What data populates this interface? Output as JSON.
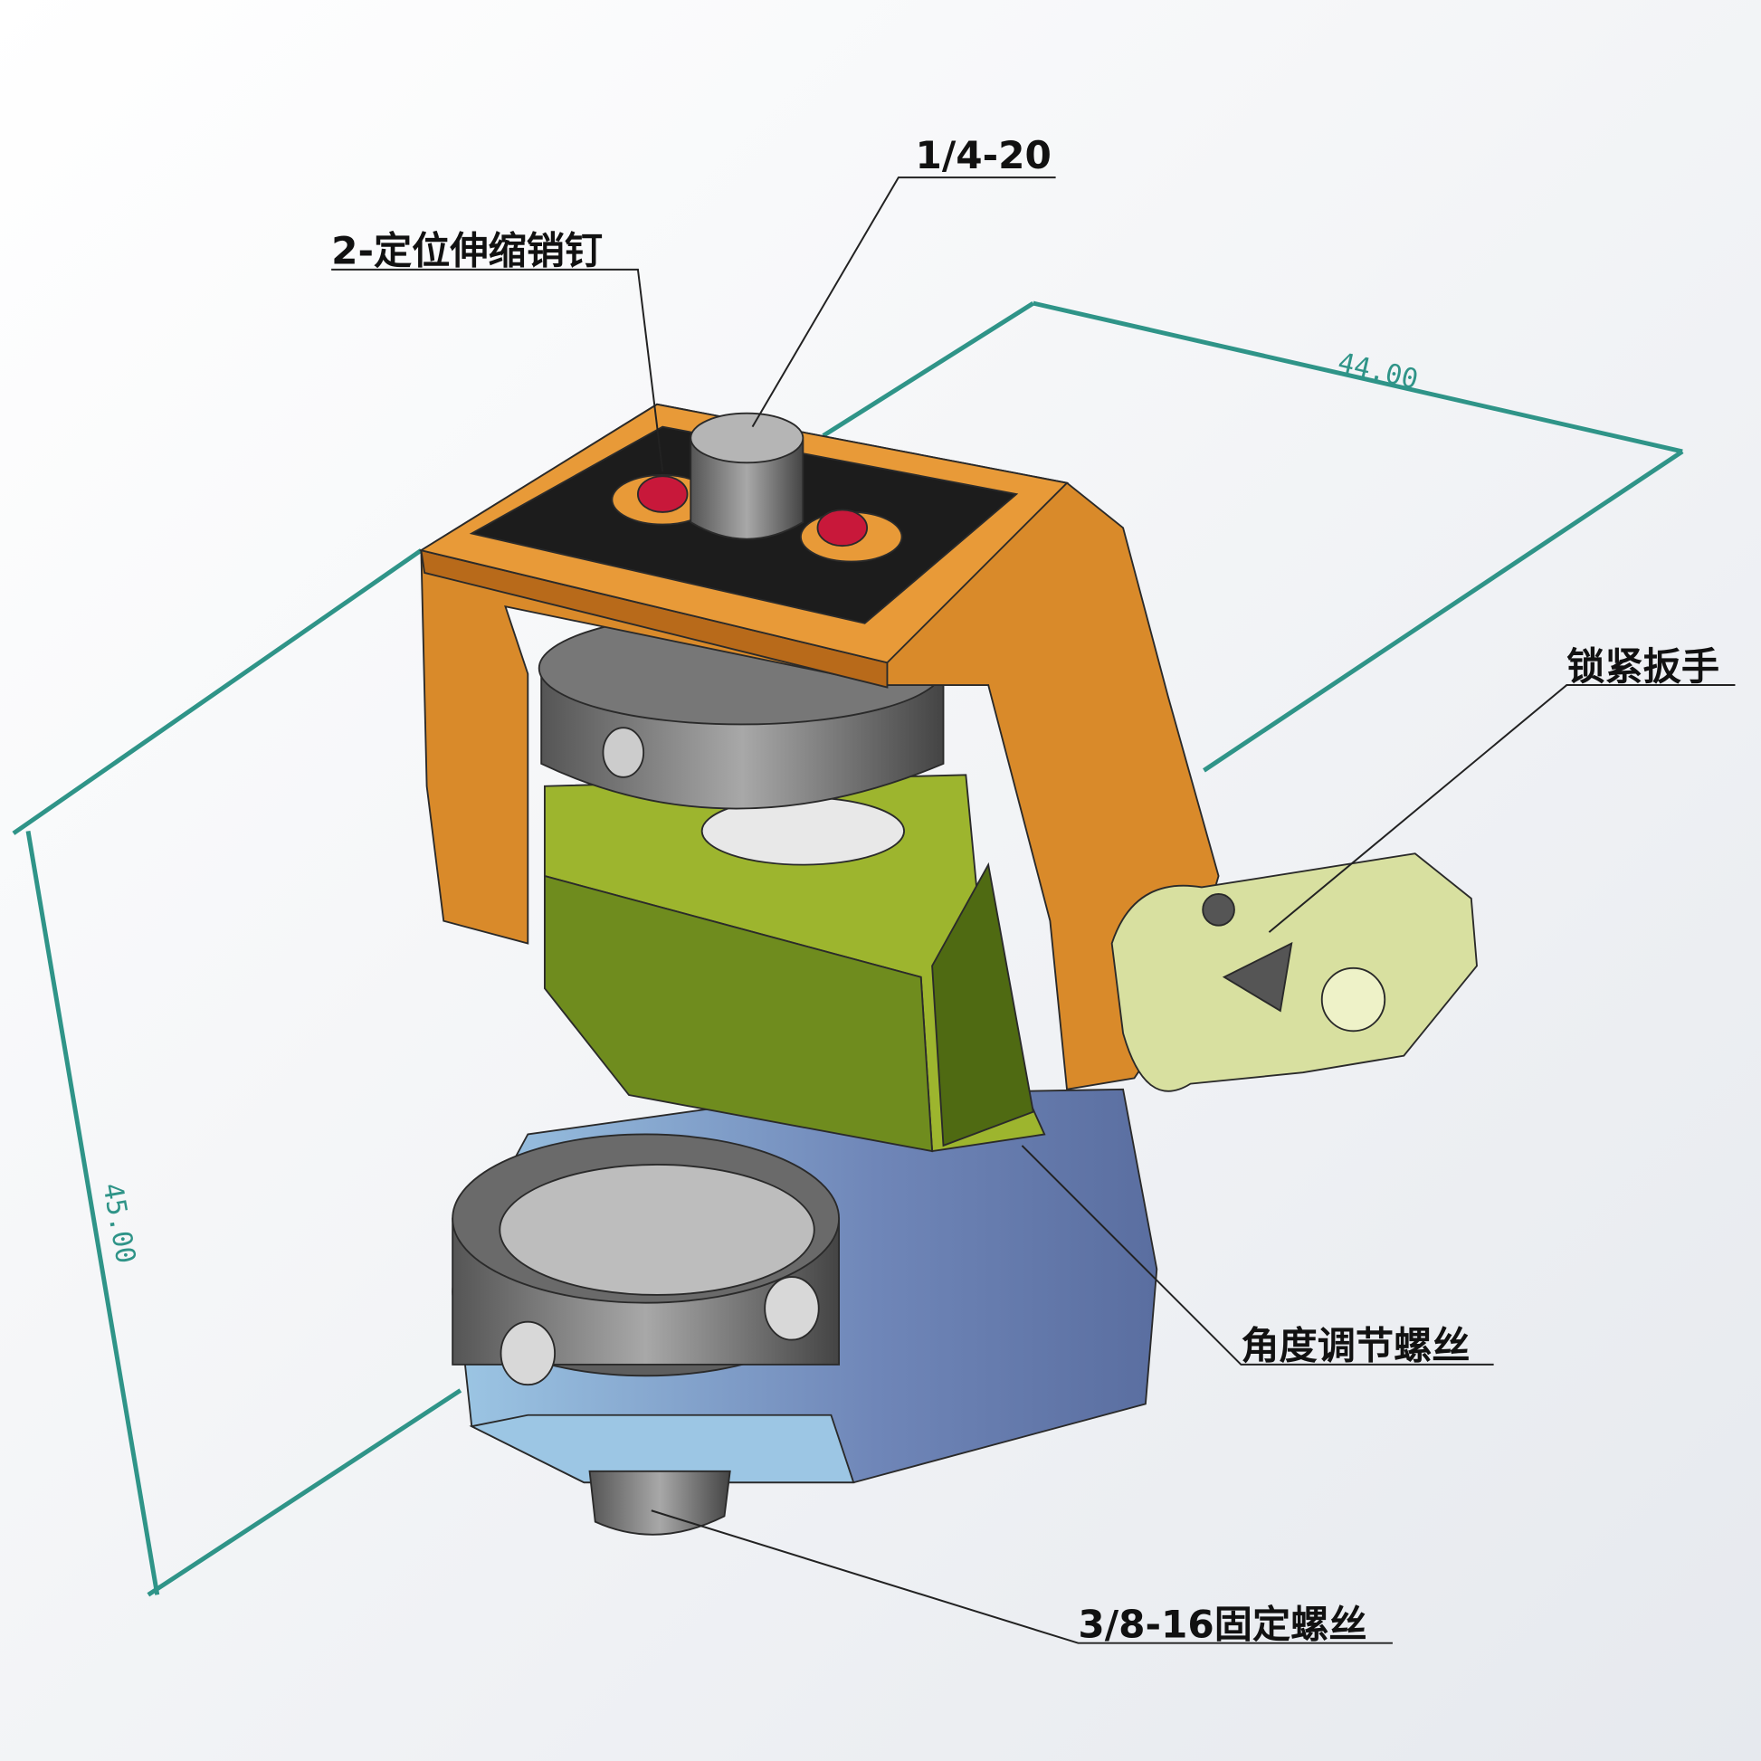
{
  "labels": {
    "pins": "2-定位伸缩销钉",
    "top_screw": "1/4-20",
    "lever": "锁紧扳手",
    "angle_screw": "角度调节螺丝",
    "base_screw": "3/8-16固定螺丝"
  },
  "dimensions": {
    "width": "44.00",
    "height": "45.00"
  },
  "colors": {
    "dimension": "#2f9488",
    "bracket": "#d98a2a",
    "block": "#8ea62a",
    "base": "#8fb8d8",
    "lever": "#d8e0a0",
    "pins": "#c8183a"
  }
}
